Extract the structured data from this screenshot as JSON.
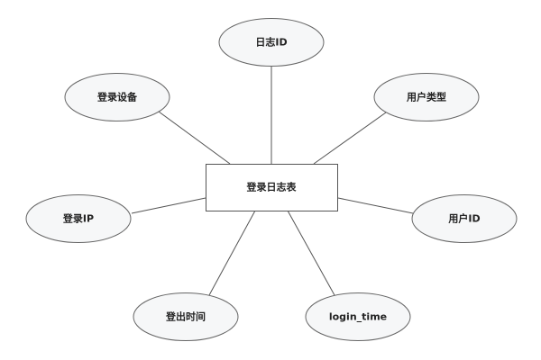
{
  "entity": {
    "label": "登录日志表"
  },
  "attributes": [
    {
      "id": "log-id",
      "label": "日志ID"
    },
    {
      "id": "login-device",
      "label": "登录设备"
    },
    {
      "id": "user-type",
      "label": "用户类型"
    },
    {
      "id": "login-ip",
      "label": "登录IP"
    },
    {
      "id": "user-id",
      "label": "用户ID"
    },
    {
      "id": "logout-time",
      "label": "登出时间"
    },
    {
      "id": "login-time",
      "label": "login_time"
    }
  ]
}
